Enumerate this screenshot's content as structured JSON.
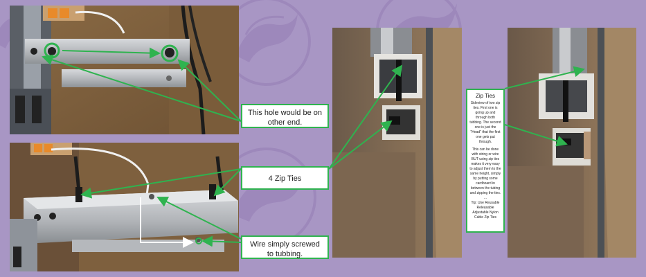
{
  "colors": {
    "background": "#a896c4",
    "accent": "#2fb34f",
    "watermark": "#8a6fab"
  },
  "callouts": {
    "hole": "This hole would be on other end.",
    "zip4": "4 Zip Ties",
    "wire": "Wire simply screwed to tubbing.",
    "zip_title": "Zip Ties",
    "zip_p1": "Sideview of two zip ties. First one is going up and through both tubbing. The second one is just the \"Head\" that the first one gets put through.",
    "zip_p2": "This can be done with string or wire BUT using zip ties makes it very easy to adjust them to the same height, simply by putting some cardboard in between the tubing and zipping the ties.",
    "zip_p3": "...",
    "zip_p4": "Tip: Use Reusable Releasable Adjustable Nylon Cable Zip Ties"
  },
  "icons": {
    "watermark": "dragon-watermark-icon"
  }
}
